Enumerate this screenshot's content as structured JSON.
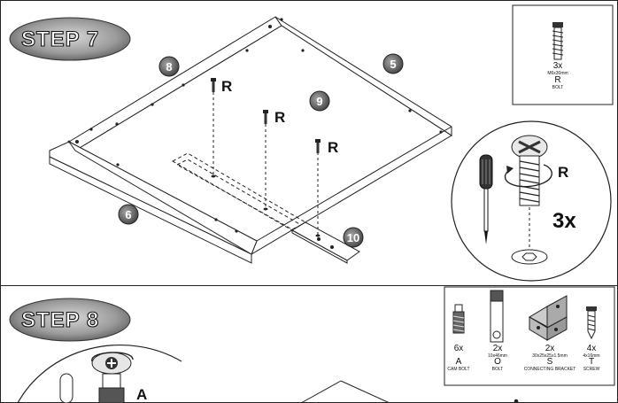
{
  "step7": {
    "title": "STEP  7",
    "panel_numbers": [
      "8",
      "5",
      "9",
      "6",
      "10"
    ],
    "bolt_letter": "R",
    "hardware_box": {
      "qty": "3x",
      "size": "M6x30mm",
      "letter": "R",
      "name": "BOLT"
    },
    "detail_letter": "R",
    "detail_qty": "3x"
  },
  "step8": {
    "title": "STEP  8",
    "cam_letter": "A",
    "hardware": [
      {
        "qty": "6x",
        "size": "",
        "letter": "A",
        "name": "CAM BOLT"
      },
      {
        "qty": "2x",
        "size": "10x46mm",
        "letter": "O",
        "name": "BOLT"
      },
      {
        "qty": "2x",
        "size": "30x25x25x1.5mm",
        "letter": "S",
        "name": "CONNECTING BRACKET"
      },
      {
        "qty": "4x",
        "size": "4x16mm",
        "letter": "T",
        "name": "SCREW"
      }
    ]
  }
}
